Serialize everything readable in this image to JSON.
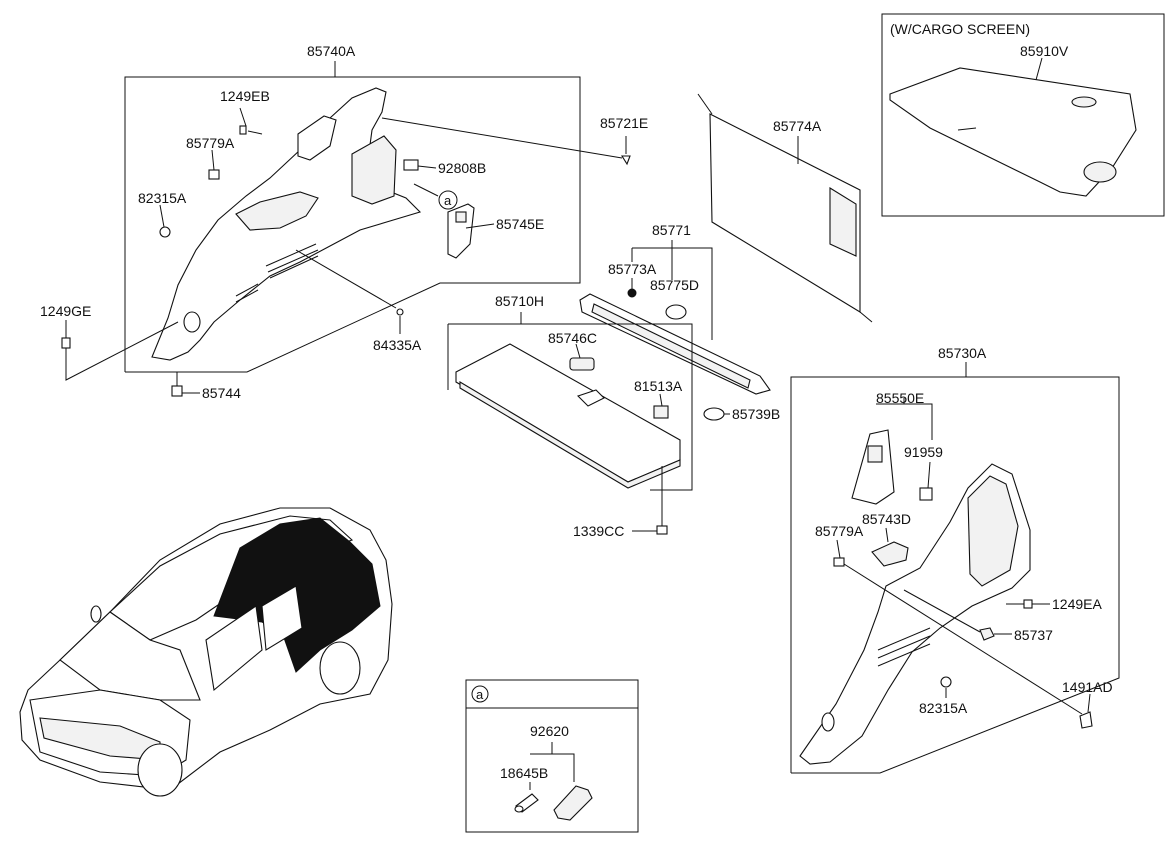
{
  "labels": {
    "p85740A": "85740A",
    "p1249EB": "1249EB",
    "p85779A_l": "85779A",
    "p82315A_l": "82315A",
    "p1249GE": "1249GE",
    "p85744": "85744",
    "p92808B": "92808B",
    "p_a_ref": "a",
    "p85745E": "85745E",
    "p84335A": "84335A",
    "p85721E": "85721E",
    "p85774A": "85774A",
    "p85771": "85771",
    "p85773A": "85773A",
    "p85775D": "85775D",
    "p85710H": "85710H",
    "p85746C": "85746C",
    "p81513A": "81513A",
    "p85739B": "85739B",
    "p1339CC": "1339CC",
    "p85730A": "85730A",
    "p85550E": "85550E",
    "p91959": "91959",
    "p85743D": "85743D",
    "p85779A_r": "85779A",
    "p1249EA": "1249EA",
    "p85737": "85737",
    "p82315A_r": "82315A",
    "p1491AD": "1491AD",
    "p85910V": "85910V"
  },
  "cargo_box": {
    "title": "(W/CARGO SCREEN)"
  },
  "detail_box": {
    "tag": "a",
    "p92620": "92620",
    "p18645B": "18645B"
  }
}
